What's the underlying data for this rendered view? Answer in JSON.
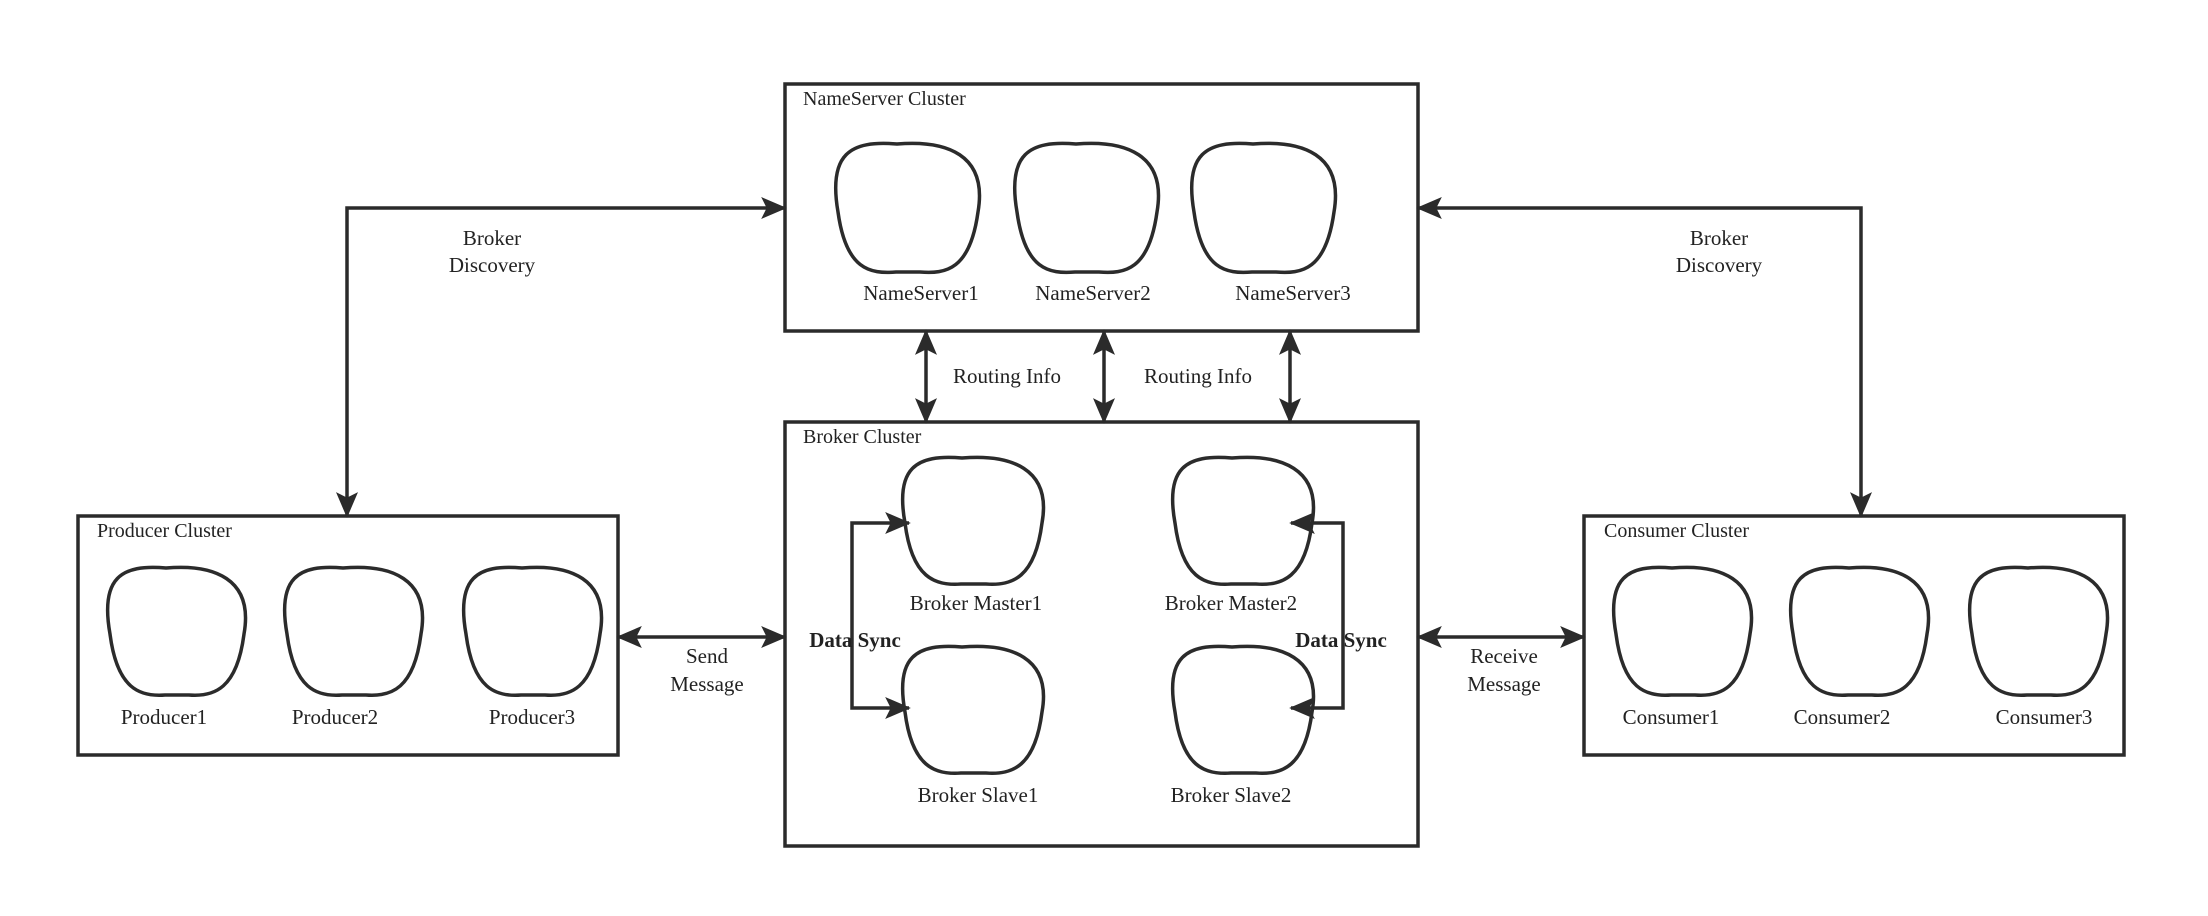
{
  "colors": {
    "stroke": "#2b2b2b",
    "text": "#222222",
    "background": "#ffffff"
  },
  "clusters": {
    "nameserver": {
      "title": "NameServer Cluster",
      "nodes": [
        "NameServer1",
        "NameServer2",
        "NameServer3"
      ]
    },
    "broker": {
      "title": "Broker Cluster",
      "nodes": [
        "Broker Master1",
        "Broker Master2",
        "Broker Slave1",
        "Broker Slave2"
      ]
    },
    "producer": {
      "title": "Producer Cluster",
      "nodes": [
        "Producer1",
        "Producer2",
        "Producer3"
      ]
    },
    "consumer": {
      "title": "Consumer Cluster",
      "nodes": [
        "Consumer1",
        "Consumer2",
        "Consumer3"
      ]
    }
  },
  "edge_labels": {
    "broker_discovery_left": [
      "Broker",
      "Discovery"
    ],
    "broker_discovery_right": [
      "Broker",
      "Discovery"
    ],
    "routing_info_1": "Routing Info",
    "routing_info_2": "Routing Info",
    "send_message": [
      "Send",
      "Message"
    ],
    "receive_message": [
      "Receive",
      "Message"
    ],
    "data_sync_left": "Data Sync",
    "data_sync_right": "Data Sync"
  },
  "icons": {
    "arrowhead": "filled-triangle-arrow"
  }
}
